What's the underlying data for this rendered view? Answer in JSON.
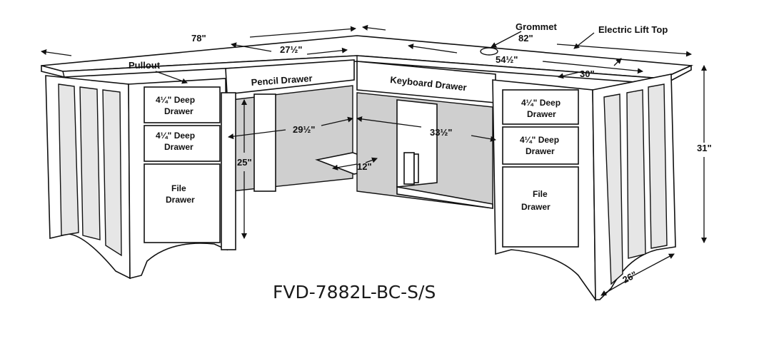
{
  "diagram": {
    "model_number": "FVD-7882L-BC-S/S",
    "labels": {
      "pullout": "Pullout",
      "pencil_drawer": "Pencil  Drawer",
      "keyboard_drawer": "Keyboard Drawer",
      "grommet": "Grommet",
      "electric_lift_top": "Electric Lift Top",
      "deep_drawer_left_1_a": "4¼\" Deep",
      "deep_drawer_left_1_b": "Drawer",
      "deep_drawer_left_2_a": "4¼\" Deep",
      "deep_drawer_left_2_b": "Drawer",
      "file_drawer_left_a": "File",
      "file_drawer_left_b": "Drawer",
      "deep_drawer_right_1_a": "4¼\" Deep",
      "deep_drawer_right_1_b": "Drawer",
      "deep_drawer_right_2_a": "4¼\" Deep",
      "deep_drawer_right_2_b": "Drawer",
      "file_drawer_right_a": "File",
      "file_drawer_right_b": "Drawer"
    },
    "dimensions": {
      "width_left": "78\"",
      "width_right": "82\"",
      "left_return_depth": "27½\"",
      "lift_top_width": "54½\"",
      "lift_top_depth": "30\"",
      "height": "31\"",
      "depth": "26\"",
      "knee_width_left": "29½\"",
      "knee_width_right": "33½\"",
      "knee_height": "25\"",
      "shelf_depth": "12\""
    }
  }
}
